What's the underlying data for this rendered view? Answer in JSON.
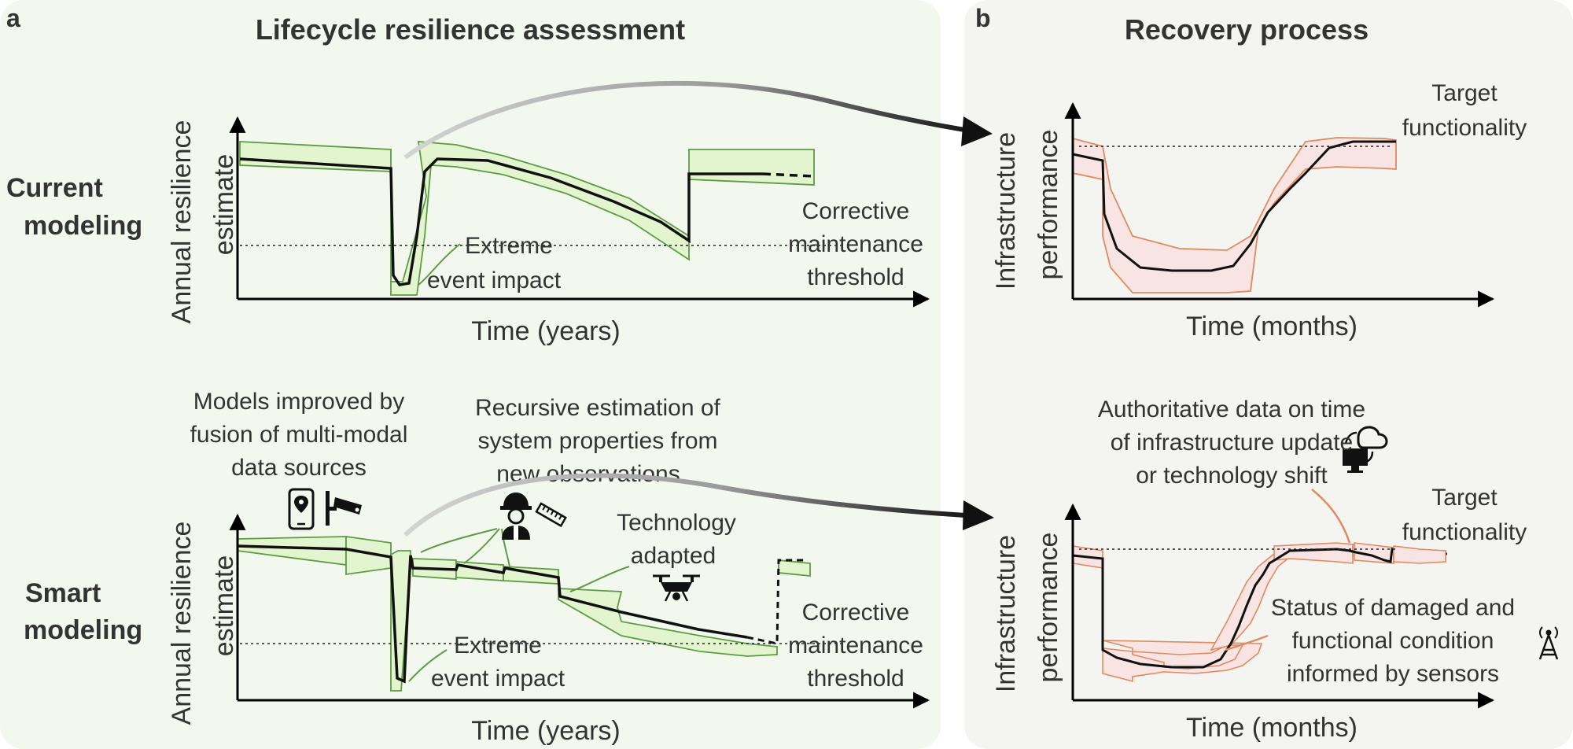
{
  "panel_a": {
    "letter": "a",
    "title": "Lifecycle resilience assessment",
    "rows": {
      "current": {
        "row_label": [
          "Current",
          "modeling"
        ],
        "ylabel": [
          "Annual resilience",
          "estimate"
        ],
        "xlabel": "Time (years)",
        "event_label": [
          "Extreme",
          "event impact"
        ],
        "threshold_label": [
          "Corrective",
          "maintenance",
          "threshold"
        ]
      },
      "smart": {
        "row_label": [
          "Smart",
          "modeling"
        ],
        "ylabel": [
          "Annual resilience",
          "estimate"
        ],
        "xlabel": "Time (years)",
        "event_label": [
          "Extreme",
          "event impact"
        ],
        "threshold_label": [
          "Corrective",
          "maintenance",
          "threshold"
        ],
        "annotation_models": [
          "Models improved by",
          "fusion of multi-modal",
          "data sources"
        ],
        "annotation_recursive": [
          "Recursive estimation of",
          "system properties from",
          "new observations"
        ],
        "annotation_technology": [
          "Technology",
          "adapted"
        ]
      }
    }
  },
  "panel_b": {
    "letter": "b",
    "title": "Recovery process",
    "rows": {
      "top": {
        "ylabel": [
          "Infrastructure",
          "performance"
        ],
        "xlabel": "Time (months)",
        "target_label": [
          "Target",
          "functionality"
        ]
      },
      "bottom": {
        "ylabel": [
          "Infrastructure",
          "performance"
        ],
        "xlabel": "Time (months)",
        "target_label": [
          "Target",
          "functionality"
        ],
        "annotation_authoritative": [
          "Authoritative data on time",
          "of infrastructure update",
          "or technology shift"
        ],
        "annotation_sensors": [
          "Status of damaged and",
          "functional condition",
          "informed by sensors"
        ]
      }
    }
  },
  "icons": [
    "smartphone-location-icon",
    "security-camera-icon",
    "worker-icon",
    "ruler-icon",
    "drone-icon",
    "computer-cloud-sync-icon",
    "cell-tower-icon"
  ],
  "colors": {
    "green_band_fill": "#e3f5cf",
    "green_band_stroke": "#5e9b45",
    "red_band_fill": "#f8e4e2",
    "red_band_stroke": "#e08a60",
    "text": "#333333",
    "panel_bg_a": "#f3f8ef",
    "panel_bg_b": "#f4f5f1"
  }
}
